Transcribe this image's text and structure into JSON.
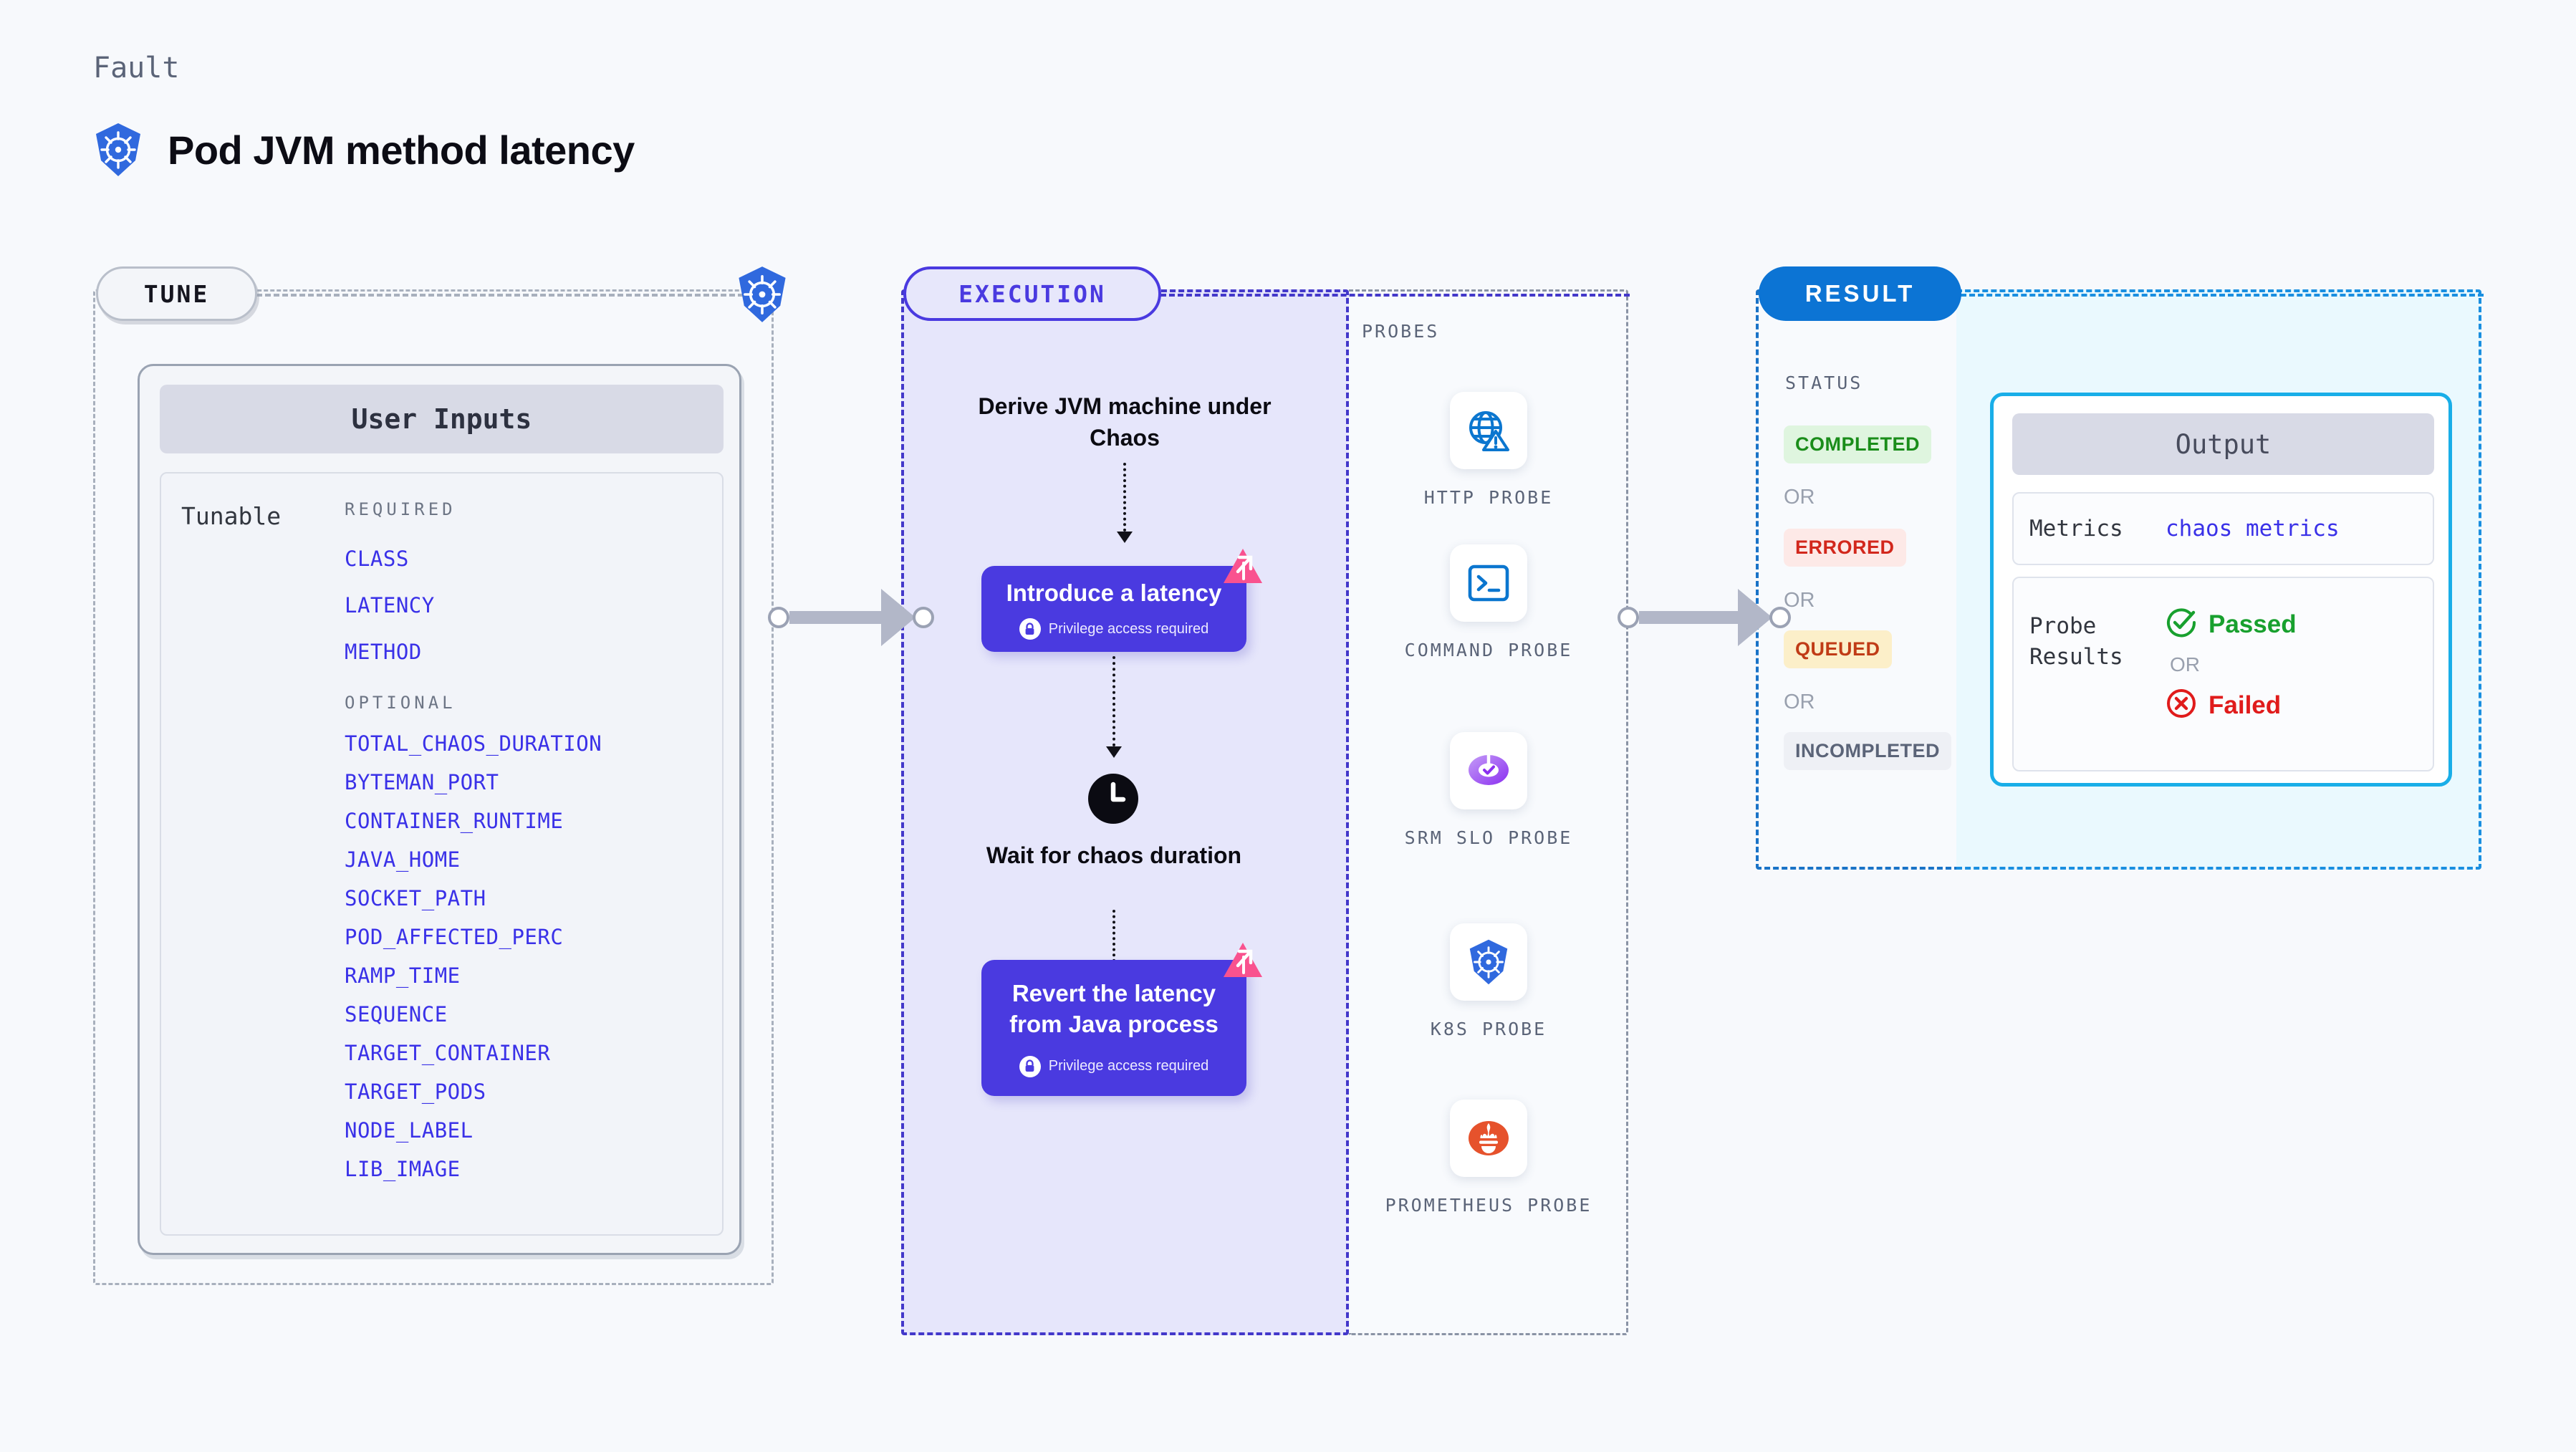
{
  "header": {
    "kicker": "Fault",
    "title": "Pod JVM method latency",
    "icon": "kubernetes-icon"
  },
  "stages": {
    "tune": {
      "pill_label": "TUNE",
      "icon": "kubernetes-icon"
    },
    "execution": {
      "pill_label": "EXECUTION"
    },
    "result": {
      "pill_label": "RESULT"
    }
  },
  "tune": {
    "card_title": "User Inputs",
    "tunable_label": "Tunable",
    "required_heading": "REQUIRED",
    "required": [
      "CLASS",
      "LATENCY",
      "METHOD"
    ],
    "optional_heading": "OPTIONAL",
    "optional": [
      "TOTAL_CHAOS_DURATION",
      "BYTEMAN_PORT",
      "CONTAINER_RUNTIME",
      "JAVA_HOME",
      "SOCKET_PATH",
      "POD_AFFECTED_PERC",
      "RAMP_TIME",
      "SEQUENCE",
      "TARGET_CONTAINER",
      "TARGET_PODS",
      "NODE_LABEL",
      "LIB_IMAGE"
    ]
  },
  "execution": {
    "intro_label": "Derive JVM machine under Chaos",
    "step1": {
      "title": "Introduce a latency",
      "privilege_note": "Privilege access required",
      "badge_icon": "litmus-logo-icon",
      "lock_icon": "lock-icon"
    },
    "wait": {
      "icon": "clock-icon",
      "label": "Wait for chaos duration"
    },
    "step2": {
      "title": "Revert the latency from Java process",
      "privilege_note": "Privilege access required",
      "badge_icon": "litmus-logo-icon",
      "lock_icon": "lock-icon"
    }
  },
  "probes": {
    "heading": "PROBES",
    "items": [
      {
        "label": "HTTP PROBE",
        "icon": "globe-warning-icon"
      },
      {
        "label": "COMMAND PROBE",
        "icon": "terminal-icon"
      },
      {
        "label": "SRM SLO PROBE",
        "icon": "srm-slo-icon"
      },
      {
        "label": "K8S PROBE",
        "icon": "kubernetes-icon"
      },
      {
        "label": "PROMETHEUS PROBE",
        "icon": "prometheus-icon"
      }
    ]
  },
  "result": {
    "status_heading": "STATUS",
    "or_label": "OR",
    "statuses": [
      {
        "label": "COMPLETED",
        "bg": "#dff5df",
        "fg": "#1a8d1a"
      },
      {
        "label": "ERRORED",
        "bg": "#fde9e7",
        "fg": "#d2271c"
      },
      {
        "label": "QUEUED",
        "bg": "#fcefc9",
        "fg": "#c03b16"
      },
      {
        "label": "INCOMPLETED",
        "bg": "#eef0f5",
        "fg": "#5b6478"
      }
    ]
  },
  "output": {
    "card_title": "Output",
    "metrics_key": "Metrics",
    "metrics_value": "chaos metrics",
    "probe_results_key": "Probe Results",
    "passed_label": "Passed",
    "failed_label": "Failed",
    "or_label": "OR",
    "passed_icon": "check-circle-icon",
    "failed_icon": "x-circle-icon"
  },
  "colors": {
    "page_bg": "#f7f9fc",
    "accent_purple": "#4a3ae0",
    "accent_blue": "#0c74d4",
    "accent_cyan": "#19aee8",
    "param_blue": "#3a31e8",
    "litmus_pink": "#f9528f",
    "k8s_blue": "#3069de",
    "prometheus_orange": "#e6522c",
    "muted": "#5b6478"
  }
}
